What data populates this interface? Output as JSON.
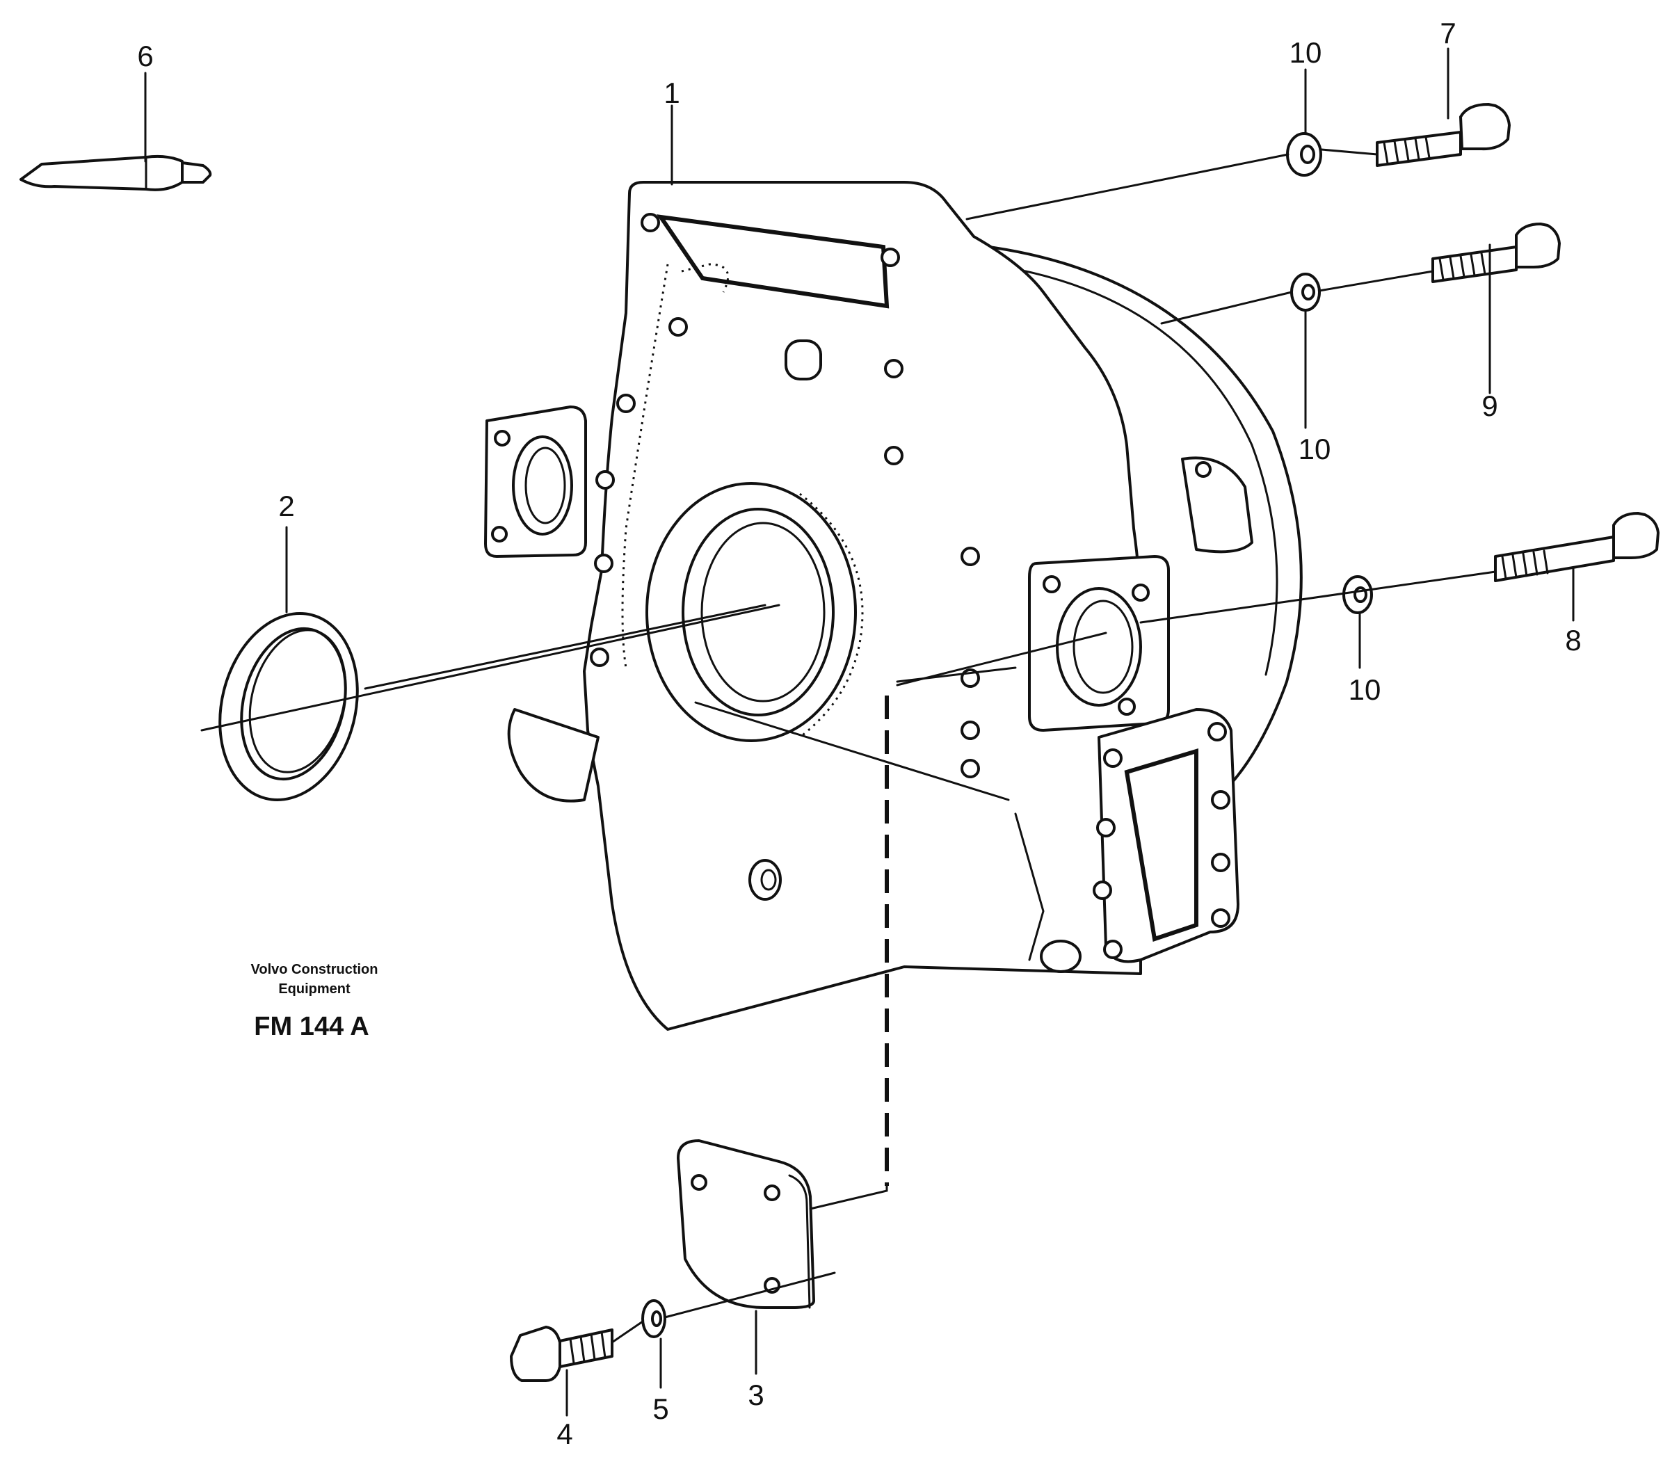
{
  "caption": {
    "line1": "Volvo Construction",
    "line2": "Equipment",
    "code": "FM 144 A"
  },
  "callouts": {
    "housing": "1",
    "seal_ring": "2",
    "cover_plate": "3",
    "cover_screw": "4",
    "cover_washer": "5",
    "sealant_tube": "6",
    "screw_top": "7",
    "screw_lower": "8",
    "screw_middle": "9",
    "washer_top": "10",
    "washer_middle": "10",
    "washer_lower": "10"
  }
}
